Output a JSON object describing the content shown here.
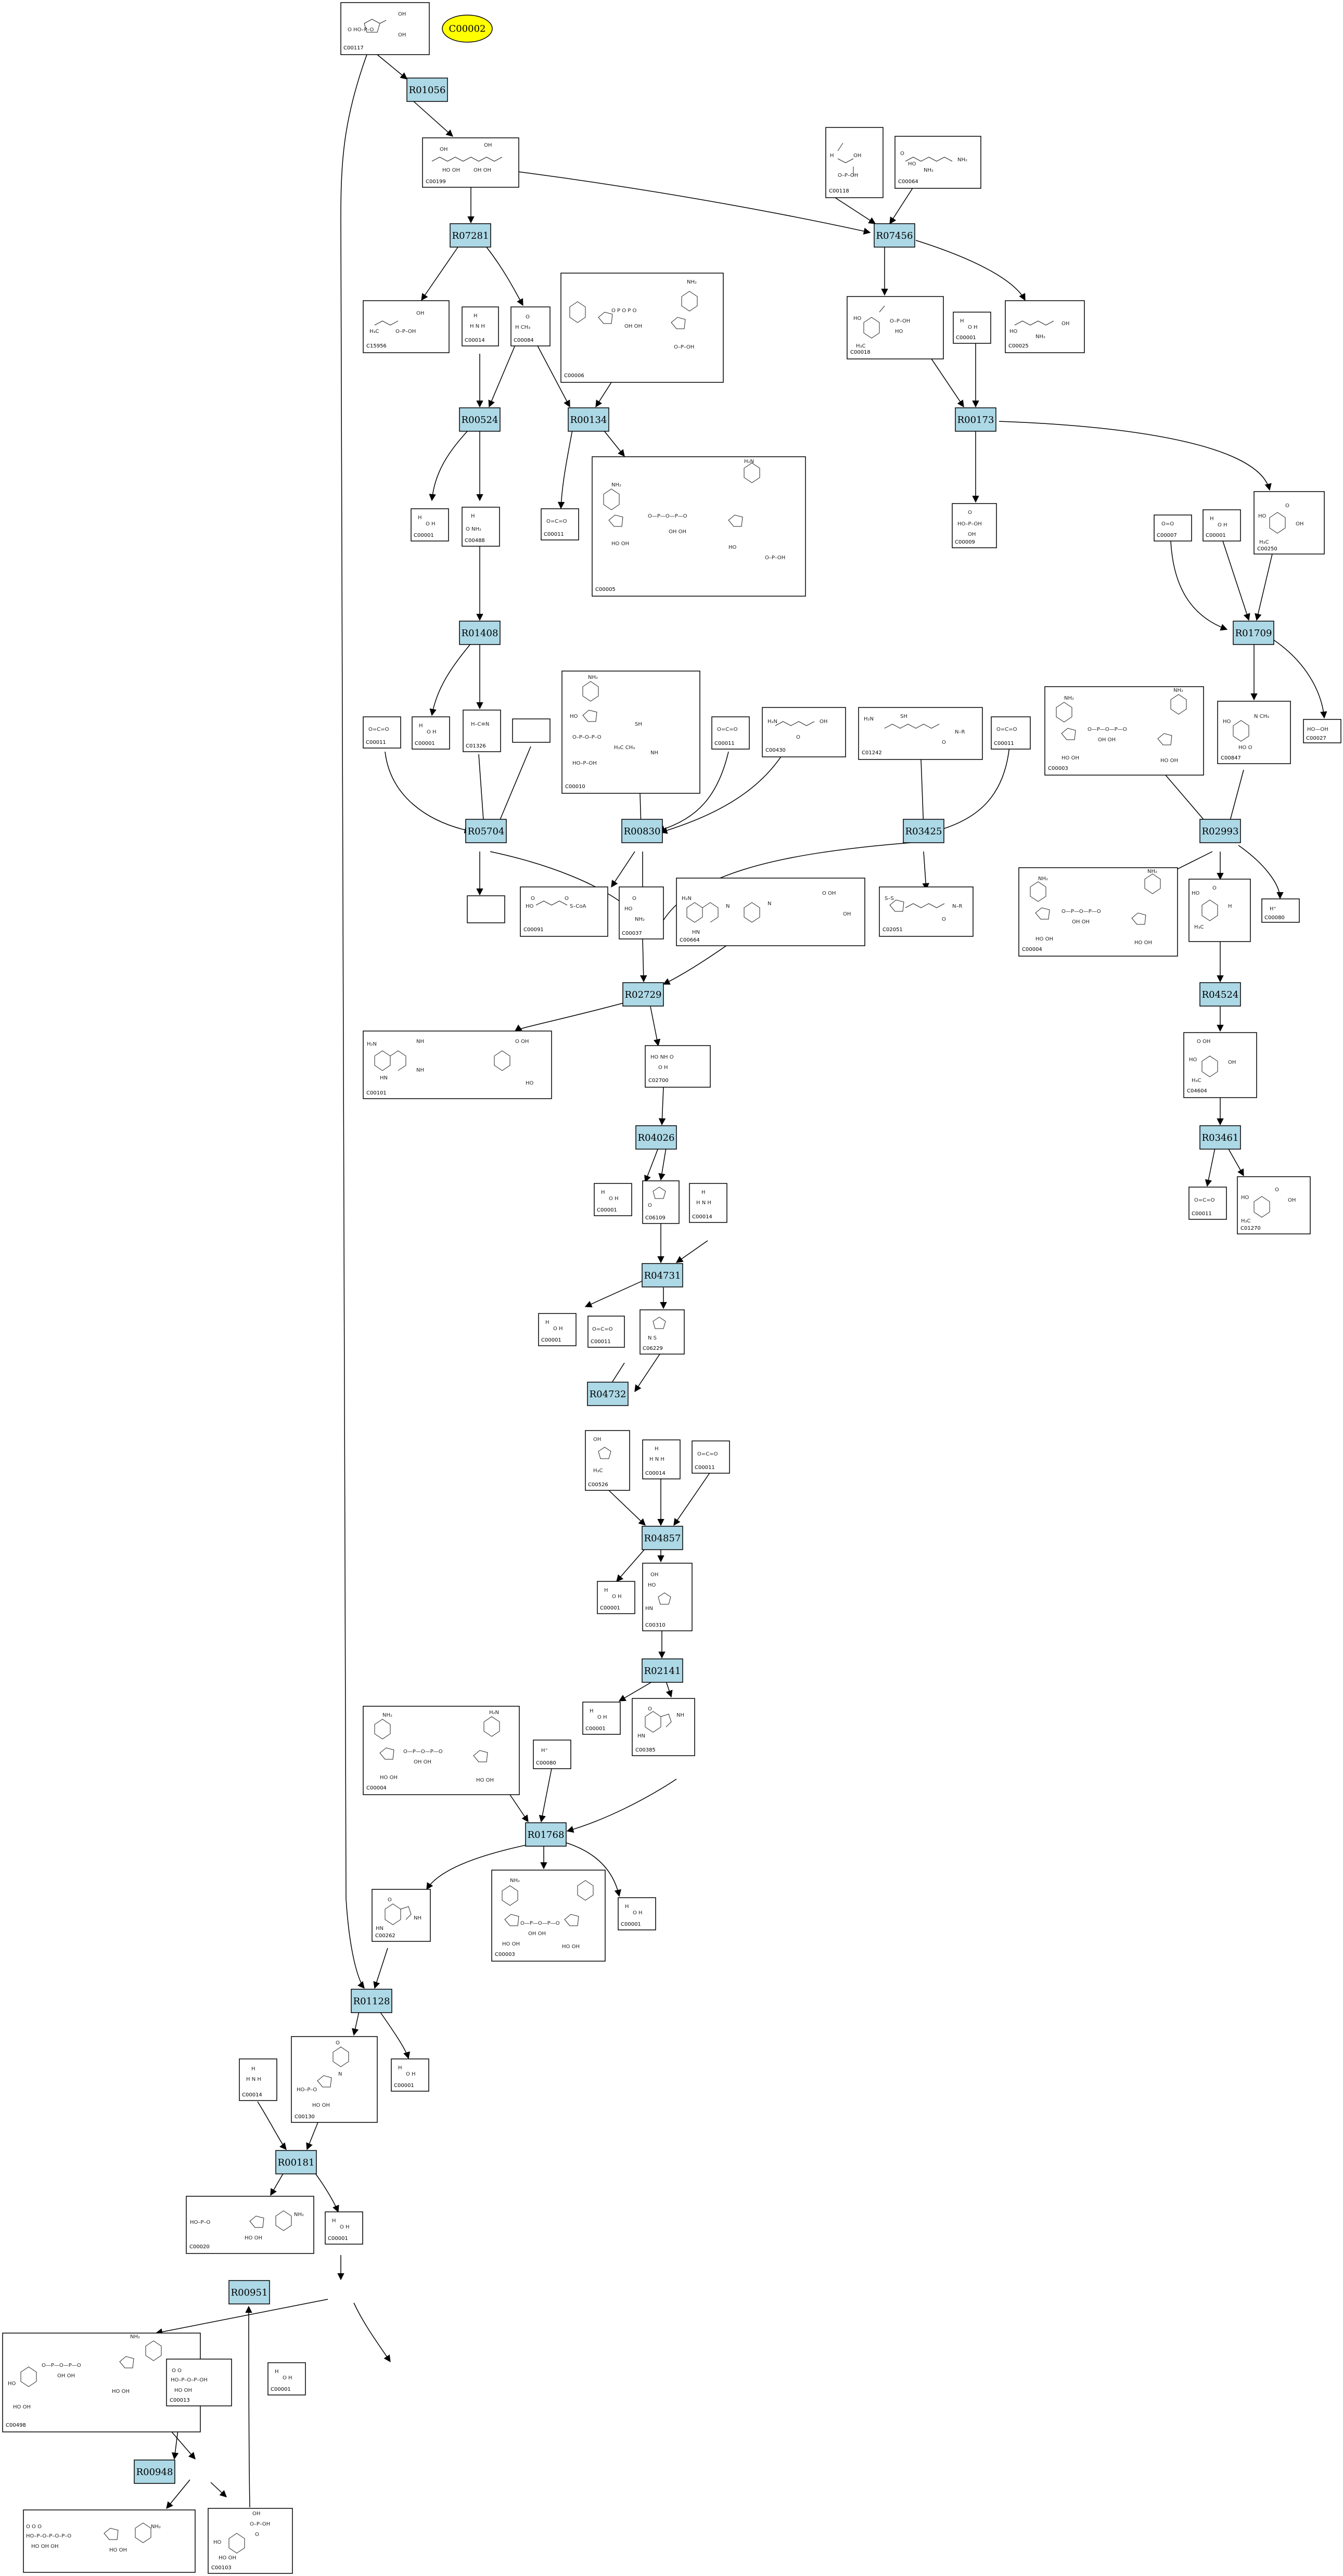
{
  "target": "C00002",
  "reactions": [
    "R01056",
    "R07281",
    "R07456",
    "R00524",
    "R00134",
    "R00173",
    "R01408",
    "R01709",
    "R05704",
    "R00830",
    "R03425",
    "R02993",
    "R02729",
    "R04524",
    "R04026",
    "R03461",
    "R04731",
    "R04732",
    "R04857",
    "R02141",
    "R01768",
    "R01128",
    "R00181",
    "R00951",
    "R00948"
  ],
  "compounds": {
    "C00117": "C00117",
    "C00199": "C00199",
    "C00118": "C00118",
    "C00064": "C00064",
    "C15956": "C15956",
    "C00014": "C00014",
    "C00084": "C00084",
    "C00006": "C00006",
    "C00018": "C00018",
    "C00001": "C00001",
    "C00025": "C00025",
    "C00011": "C00011",
    "C00005": "C00005",
    "C00488": "C00488",
    "C00009": "C00009",
    "C00007": "C00007",
    "C00250": "C00250",
    "C01326": "C01326",
    "C00010": "C00010",
    "C00430": "C00430",
    "C01242": "C01242",
    "C00003": "C00003",
    "C00847": "C00847",
    "C00027": "C00027",
    "C00091": "C00091",
    "C00037": "C00037",
    "C00664": "C00664",
    "C02051": "C02051",
    "C00004": "C00004",
    "C00080": "C00080",
    "C00101": "C00101",
    "C02700": "C02700",
    "C04604": "C04604",
    "C06109": "C06109",
    "C01270": "C01270",
    "C06229": "C06229",
    "C00526": "C00526",
    "C00310": "C00310",
    "C00385": "C00385",
    "C00262": "C00262",
    "C00130": "C00130",
    "C00020": "C00020",
    "C00498": "C00498",
    "C00013": "C00013",
    "C00103": "C00103"
  },
  "formulas": {
    "h2o": "H  O  H",
    "co2": "O=C=O",
    "nh3": "H  N  H",
    "o2": "O=O",
    "h2o2": "HO—OH",
    "hplus": "H⁺",
    "pi": "HO–P(=O)(OH)–OH",
    "hcn": "H–C≡N"
  }
}
